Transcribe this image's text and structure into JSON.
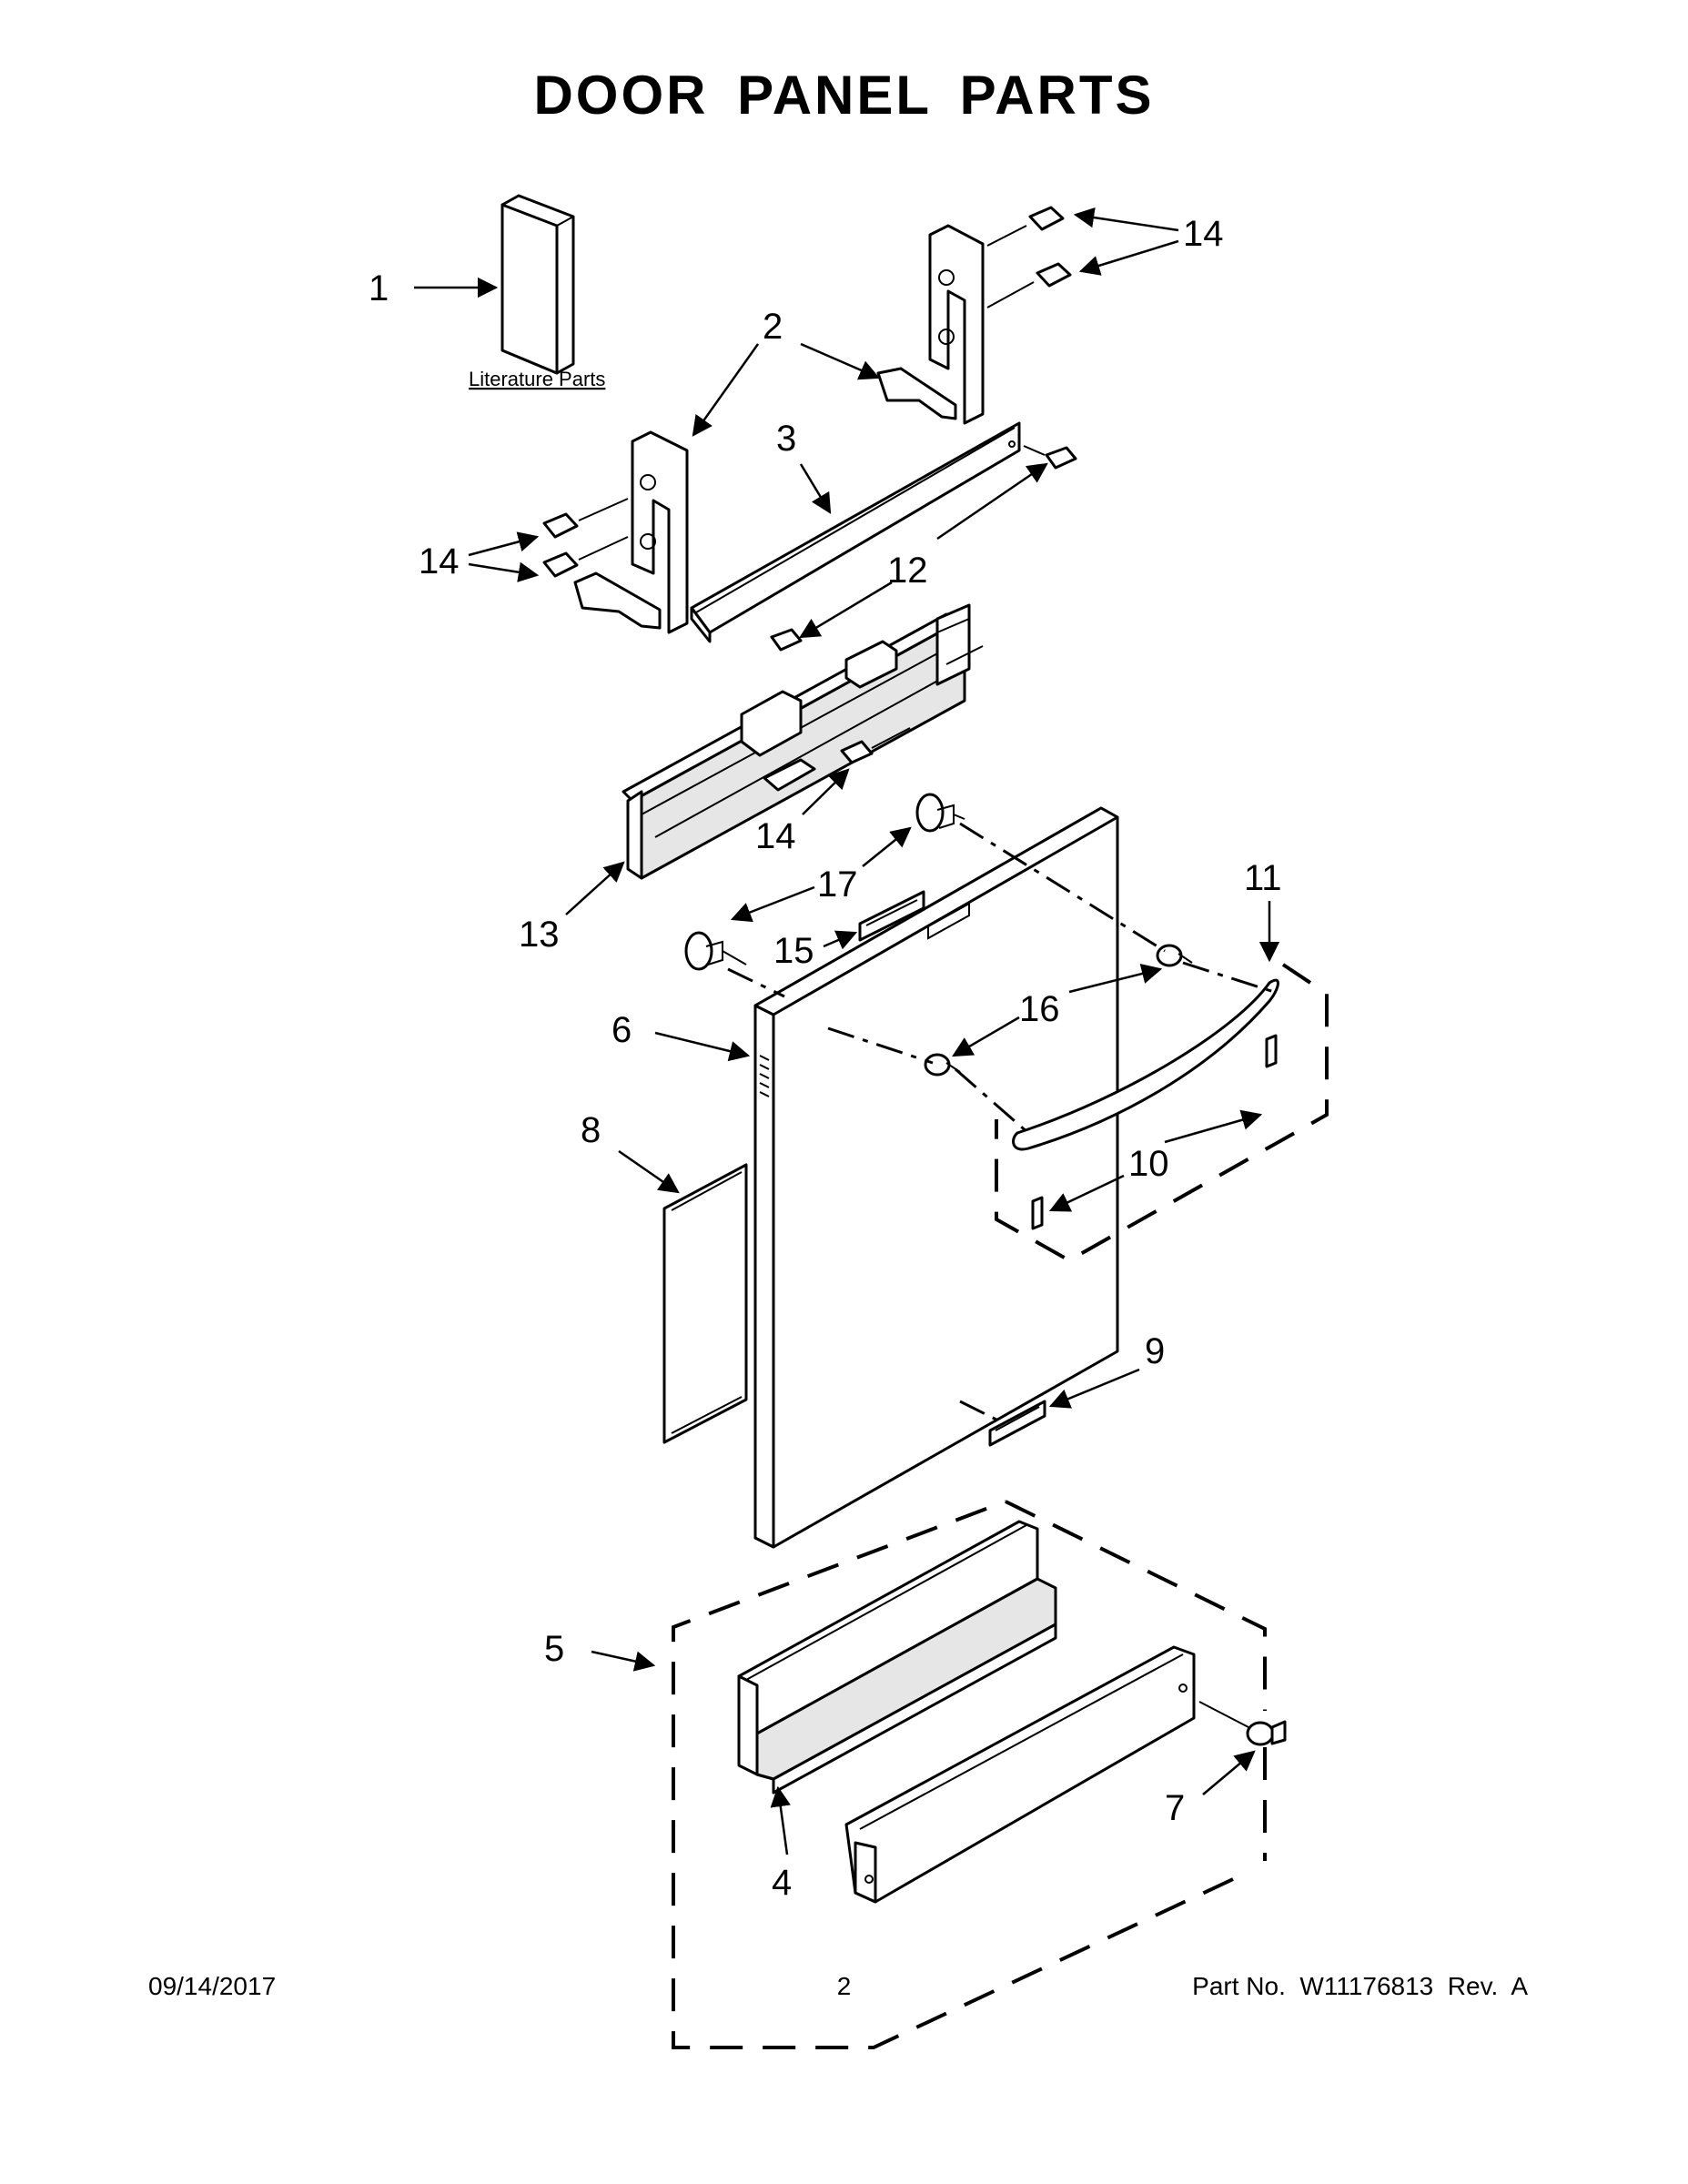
{
  "title": "DOOR PANEL PARTS",
  "literature_label": "Literature Parts",
  "callouts": {
    "c1": "1",
    "c2": "2",
    "c3": "3",
    "c4": "4",
    "c5": "5",
    "c6": "6",
    "c7": "7",
    "c8": "8",
    "c9": "9",
    "c10": "10",
    "c11": "11",
    "c12": "12",
    "c13": "13",
    "c14a": "14",
    "c14b": "14",
    "c14c": "14",
    "c15": "15",
    "c16": "16",
    "c17": "17"
  },
  "footer": {
    "date": "09/14/2017",
    "page": "2",
    "part": "Part No.  W11176813  Rev.  A"
  }
}
